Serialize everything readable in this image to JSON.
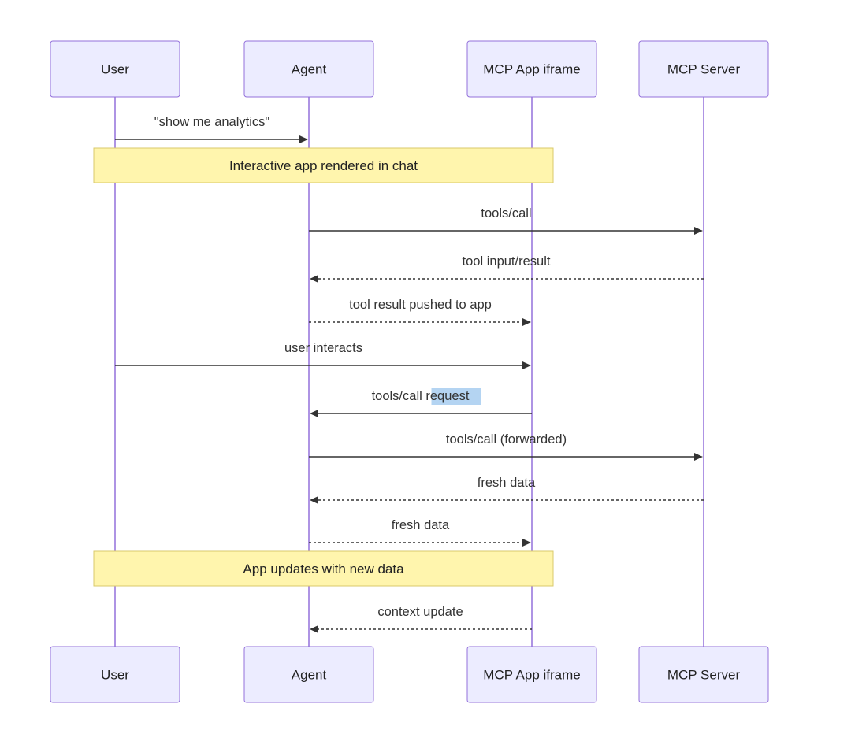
{
  "participants": [
    {
      "id": "user",
      "label": "User"
    },
    {
      "id": "agent",
      "label": "Agent"
    },
    {
      "id": "iframe",
      "label": "MCP App iframe"
    },
    {
      "id": "server",
      "label": "MCP Server"
    }
  ],
  "notes": [
    {
      "text": "Interactive app rendered in chat",
      "span": [
        "user",
        "iframe"
      ]
    },
    {
      "text": "App updates with new data",
      "span": [
        "user",
        "iframe"
      ]
    }
  ],
  "messages": [
    {
      "from": "user",
      "to": "agent",
      "label": "\"show me analytics\"",
      "style": "solid"
    },
    {
      "from": "agent",
      "to": "server",
      "label": "tools/call",
      "style": "solid"
    },
    {
      "from": "server",
      "to": "agent",
      "label": "tool input/result",
      "style": "dashed"
    },
    {
      "from": "agent",
      "to": "iframe",
      "label": "tool result pushed to app",
      "style": "dashed"
    },
    {
      "from": "user",
      "to": "iframe",
      "label": "user interacts",
      "style": "solid"
    },
    {
      "from": "iframe",
      "to": "agent",
      "label": "tools/call",
      "label_highlighted": "request",
      "style": "solid"
    },
    {
      "from": "agent",
      "to": "server",
      "label": "tools/call (forwarded)",
      "style": "solid"
    },
    {
      "from": "server",
      "to": "agent",
      "label": "fresh data",
      "style": "dashed"
    },
    {
      "from": "agent",
      "to": "iframe",
      "label": "fresh data",
      "style": "dashed"
    },
    {
      "from": "iframe",
      "to": "agent",
      "label": "context update",
      "style": "dashed"
    }
  ],
  "colors": {
    "actor_fill": "#ECECFF",
    "actor_stroke": "#9370DB",
    "lifeline": "#9370DB",
    "note_fill": "#FFF5AD",
    "note_stroke": "#D9C96B",
    "message": "#333333",
    "selection_highlight": "#B4D4F2"
  }
}
